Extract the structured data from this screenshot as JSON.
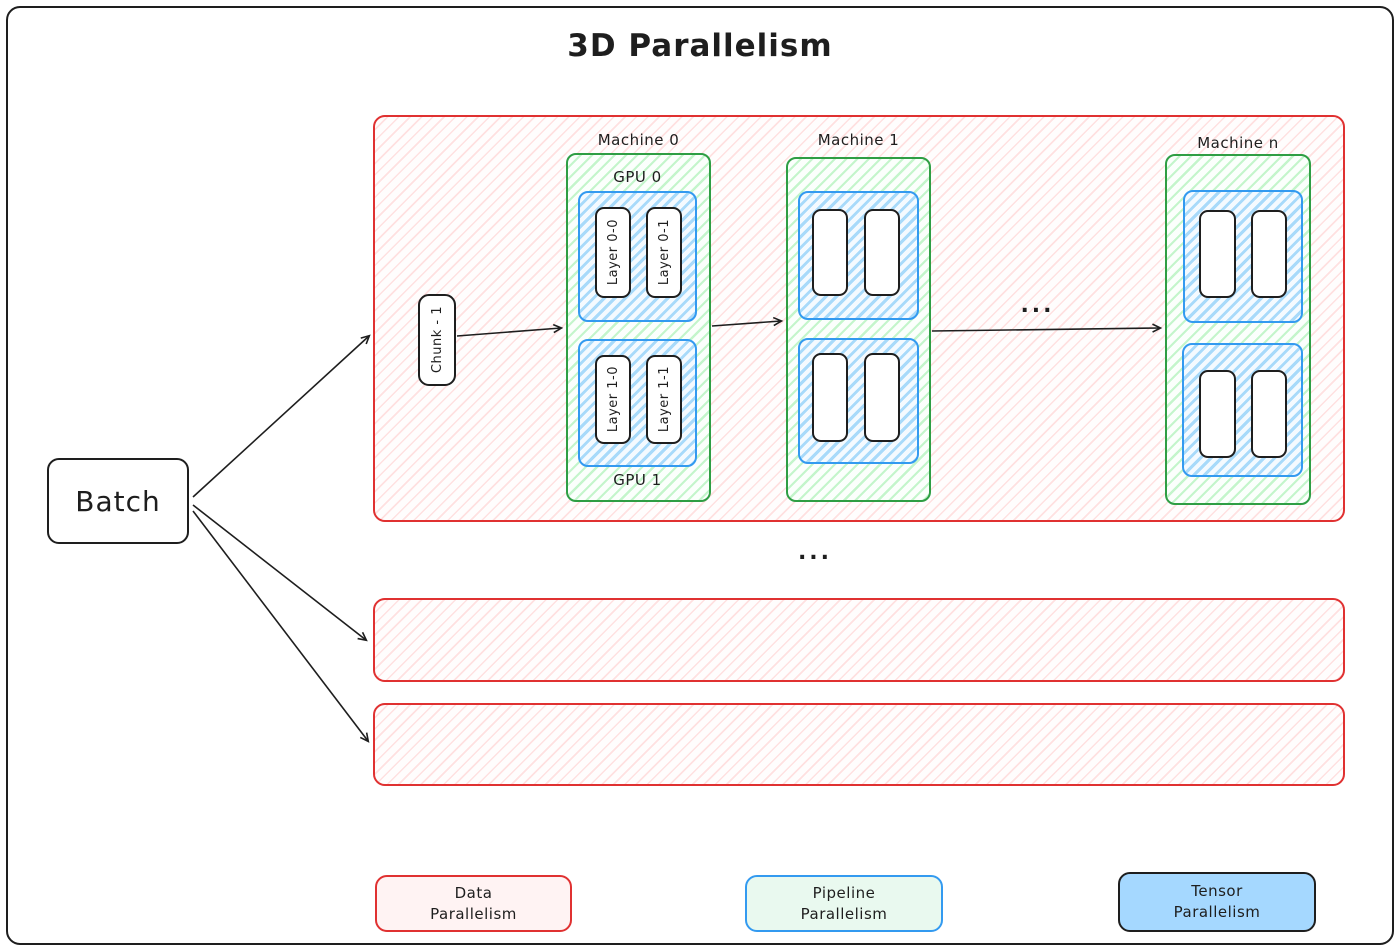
{
  "title": "3D Parallelism",
  "batch_label": "Batch",
  "chunk_label": "Chunk - 1",
  "data_parallel_group": {
    "machines": [
      {
        "label": "Machine 0",
        "gpus": [
          {
            "label": "GPU 0",
            "layers": [
              "Layer 0-0",
              "Layer 0-1"
            ]
          },
          {
            "label": "GPU 1",
            "layers": [
              "Layer 1-0",
              "Layer 1-1"
            ]
          }
        ]
      },
      {
        "label": "Machine 1"
      },
      {
        "label": "Machine n"
      }
    ],
    "machines_ellipsis": "..."
  },
  "replicas_ellipsis": "...",
  "legend": [
    {
      "line1": "Data",
      "line2": "Parallelism"
    },
    {
      "line1": "Pipeline",
      "line2": "Parallelism"
    },
    {
      "line1": "Tensor",
      "line2": "Parallelism"
    }
  ],
  "colors": {
    "data_parallelism_border": "#e03131",
    "pipeline_parallelism_border": "#2f9e44",
    "tensor_parallelism_border": "#339af0",
    "tensor_legend_fill": "#a5d8ff",
    "pipeline_legend_fill": "#e9f9ef",
    "data_legend_fill": "#fff3f3"
  }
}
